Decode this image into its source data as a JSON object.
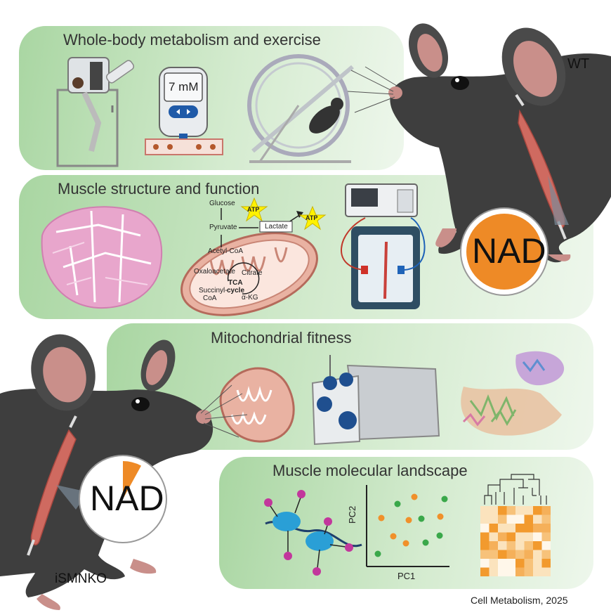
{
  "panels": {
    "whole_body": {
      "title": "Whole-body metabolism and exercise",
      "glucometer_reading": "7 mM"
    },
    "muscle_structure": {
      "title": "Muscle structure and function",
      "pathway": {
        "glucose": "Glucose",
        "atp": "ATP",
        "pyruvate": "Pyruvate",
        "lactate": "Lactate",
        "acetyl_coa": "Acetyl-CoA",
        "oxaloacetate": "Oxaloacetate",
        "citrate": "Citrate",
        "tca": "TCA",
        "cycle": "cycle",
        "succinyl": "Succinyl-",
        "coa": "CoA",
        "akg": "α-KG"
      }
    },
    "mitochondrial": {
      "title": "Mitochondrial fitness"
    },
    "molecular": {
      "title": "Muscle molecular landscape",
      "pc1": "PC1",
      "pc2": "PC2"
    }
  },
  "mice": {
    "wt": {
      "label": "WT",
      "nad": "NAD",
      "nad_fill_fraction": 1.0
    },
    "ko": {
      "label": "iSMNKO",
      "nad": "NAD",
      "nad_fill_fraction": 0.08
    }
  },
  "citation": "Cell Metabolism, 2025",
  "colors": {
    "panel_green": "#b6dcae",
    "nad_orange": "#ee8a26",
    "mouse_gray": "#3d3d3d",
    "muscle_red": "#c95a52"
  },
  "icons": [
    "metabolic-cage-icon",
    "glucometer-icon",
    "running-wheel-icon",
    "muscle-histology-icon",
    "mitochondrion-icon",
    "force-transducer-icon",
    "respirometer-icon",
    "protein-structure-icon",
    "nucleosome-icon",
    "pca-plot-icon",
    "heatmap-icon"
  ]
}
